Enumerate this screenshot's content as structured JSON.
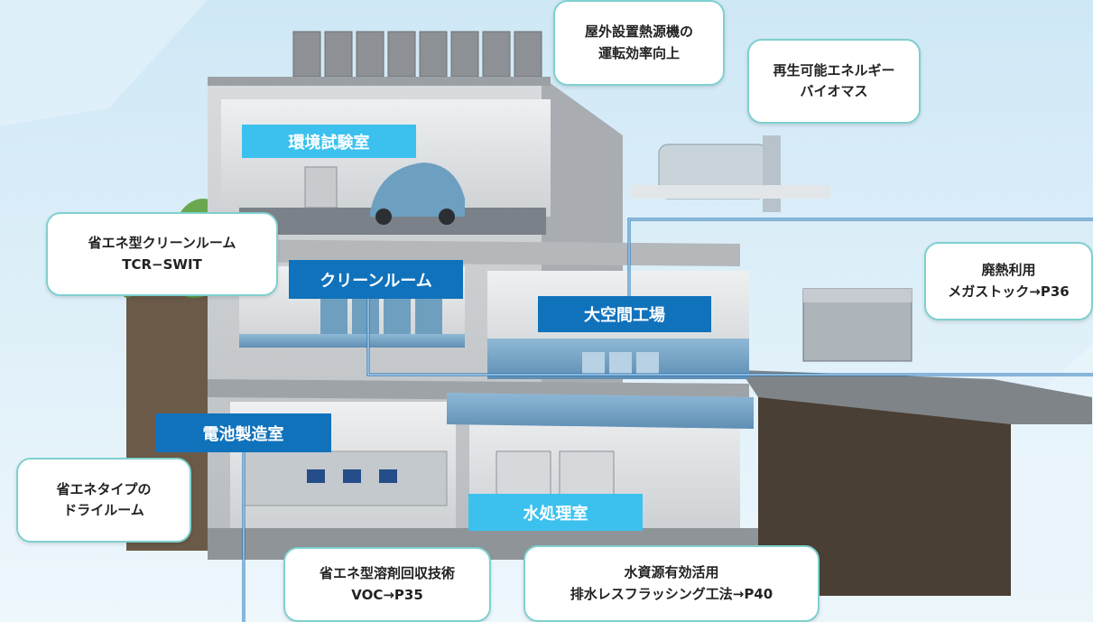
{
  "callouts": {
    "rooftop": {
      "line1": "屋外設置熱源機の",
      "line2": "運転効率向上"
    },
    "renewable": {
      "line1": "再生可能エネルギー",
      "line2": "バイオマス"
    },
    "cleanroom_tech": {
      "line1": "省エネ型クリーンルーム",
      "line2": "TCR−SWIT"
    },
    "waste_heat": {
      "line1": "廃熱利用",
      "line2": "メガストック→P36"
    },
    "dry_room": {
      "line1": "省エネタイプの",
      "line2": "ドライルーム"
    },
    "solvent": {
      "line1": "省エネ型溶剤回収技術",
      "line2": "VOC→P35"
    },
    "water": {
      "line1": "水資源有効活用",
      "line2": "排水レスフラッシング工法→P40"
    }
  },
  "rooms": {
    "env_test": "環境試験室",
    "clean_room": "クリーンルーム",
    "large_factory": "大空間工場",
    "battery": "電池製造室",
    "water_treatment": "水処理室"
  },
  "colors": {
    "callout_border": "#7fd0cf",
    "tag_light": "#3cc1ee",
    "tag_dark": "#1172bc",
    "leader_line": "#1a6fb6",
    "sky": "#dff0fa"
  }
}
